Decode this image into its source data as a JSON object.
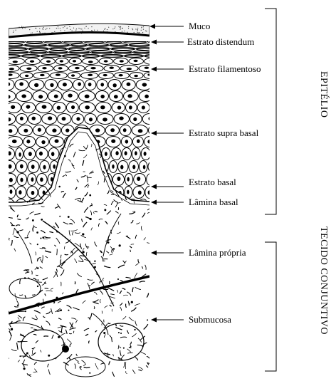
{
  "labels": {
    "muco": "Muco",
    "estrato_distendum": "Estrato distendum",
    "estrato_filamentoso": "Estrato filamentoso",
    "estrato_supra_basal": "Estrato supra basal",
    "estrato_basal": "Estrato basal",
    "lamina_basal": "Lâmina basal",
    "lamina_propria": "Lâmina própria",
    "submucosa": "Submucosa"
  },
  "groups": {
    "epitelio": "EPITÉLIO",
    "tecido_conjuntivo": "TECIDO CONJUNTIVO"
  }
}
